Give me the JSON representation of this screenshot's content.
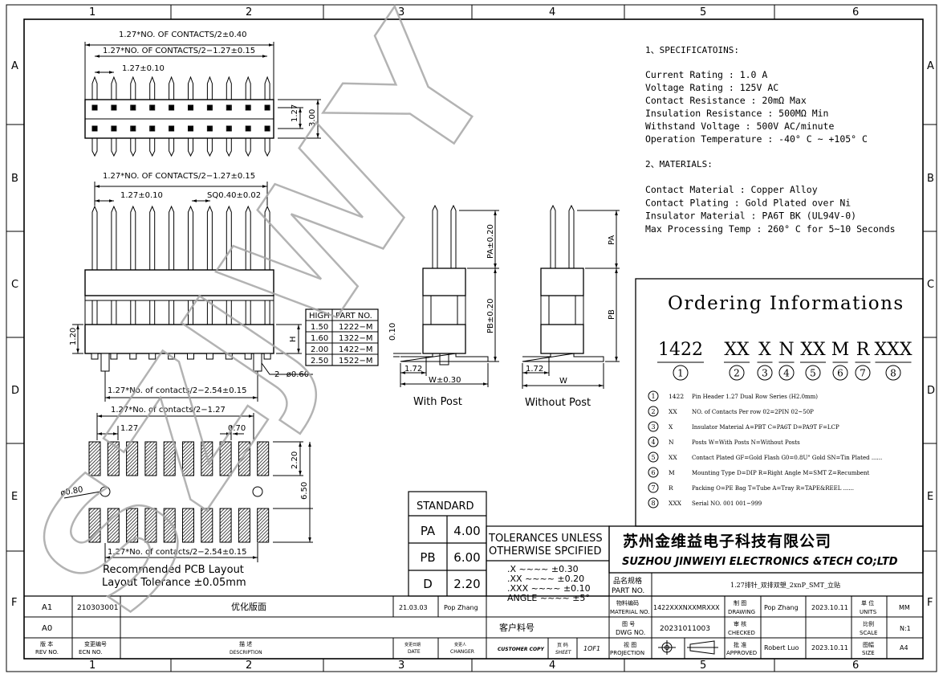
{
  "frame": {
    "col_labels": [
      "1",
      "2",
      "3",
      "4",
      "5",
      "6"
    ],
    "row_labels": [
      "A",
      "B",
      "C",
      "D",
      "E",
      "F"
    ]
  },
  "watermark": "SZJWY",
  "specifications": {
    "heading": "1、SPECIFICATOINS:",
    "lines": [
      "Current  Rating  : 1.0 A",
      "Voltage  Rating  : 125V AC",
      "Contact   Resistance   : 20mΩ  Max",
      "Insulation Resistance  : 500MΩ Min",
      "Withstand   Voltage    : 500V AC/minute",
      "Operation  Temperature : -40° C ~ +105° C"
    ]
  },
  "materials": {
    "heading": "2、MATERIALS:",
    "lines": [
      "Contact  Material   : Copper Alloy",
      "Contact  Plating    : Gold Plated over Ni",
      "Insulator Material  : PA6T  BK (UL94V-0)",
      "Max Processing Temp : 260° C for 5~10 Seconds"
    ]
  },
  "top_view": {
    "dim_overall": "1.27*NO. OF CONTACTS/2±0.40",
    "dim_span": "1.27*NO. OF CONTACTS/2−1.27±0.15",
    "dim_pitch": "1.27±0.10",
    "dim_row_pitch": "1.27",
    "dim_width": "3.00"
  },
  "front_view": {
    "dim_span": "1.27*NO. OF CONTACTS/2−1.27±0.15",
    "dim_pitch": "1.27±0.10",
    "dim_pin": "SQ0.40±0.02",
    "dim_height": "1.20",
    "dim_h": "H",
    "dim_post": "2−ø0.60",
    "dim_bottom": "1.27*No. of contacts/2−2.54±0.15"
  },
  "high_table": {
    "headers": [
      "HIGH",
      "PART NO."
    ],
    "rows": [
      [
        "1.50",
        "1222−M"
      ],
      [
        "1.60",
        "1322−M"
      ],
      [
        "2.00",
        "1422−M"
      ],
      [
        "2.50",
        "1522−M"
      ]
    ]
  },
  "side_with_post": {
    "dim_pa": "PA±0.20",
    "dim_pb": "PB±0.20",
    "dim_010": "0.10",
    "dim_172": "1.72",
    "dim_w": "W±0.30",
    "caption": "With Post"
  },
  "side_without_post": {
    "dim_pa": "PA",
    "dim_pb": "PB",
    "dim_172": "1.72",
    "dim_w": "W",
    "caption": "Without Post"
  },
  "pcb_layout": {
    "dim_top": "1.27*No. of contacts/2−1.27",
    "dim_pitch": "1.27",
    "dim_pad_w": "0.70",
    "dim_pad_h": "2.20",
    "dim_rows": "6.50",
    "dim_hole": "ø0.80",
    "dim_bottom": "1.27*No. of contacts/2−2.54±0.15",
    "caption_1": "Recommended PCB Layout",
    "caption_2": "Layout Tolerance ±0.05mm"
  },
  "ordering": {
    "title": "Ordering Informations",
    "codes": [
      "1422",
      "XX",
      "X",
      "N",
      "XX",
      "M",
      "R",
      "XXX"
    ],
    "numbers": [
      "1",
      "2",
      "3",
      "4",
      "5",
      "6",
      "7",
      "8"
    ],
    "rows": [
      {
        "n": "1",
        "code": "1422",
        "desc": "Pin Header 1.27  Dual Row Series (H2.0mm)"
      },
      {
        "n": "2",
        "code": "XX",
        "desc": "NO. of Contacts  Per   row      02=2PIN  02~50P"
      },
      {
        "n": "3",
        "code": "X",
        "desc": "Insulator Material                    A=PBT C=PA6T  D=PA9T  F=LCP"
      },
      {
        "n": "4",
        "code": "N",
        "desc": "Posts                       W=With Posts   N=Without Posts"
      },
      {
        "n": "5",
        "code": "XX",
        "desc": "Contact Plated     GF=Gold Flash  G0=0.8U\" Gold   SN=Tin Plated ......"
      },
      {
        "n": "6",
        "code": "M",
        "desc": "Mounting Type         D=DIP    R=Right Angle  M=SMT  Z=Recumbent"
      },
      {
        "n": "7",
        "code": "R",
        "desc": "Packing            O=PE Bag  T=Tube  A=Tray  R=TAPE&REEL ......"
      },
      {
        "n": "8",
        "code": "XXX",
        "desc": "Serial NO.             001     001~999"
      }
    ]
  },
  "standard": {
    "title": "STANDARD",
    "rows": [
      [
        "PA",
        "4.00"
      ],
      [
        "PB",
        "6.00"
      ],
      [
        "D",
        "2.20"
      ]
    ]
  },
  "tolerances": {
    "line1": "TOLERANCES UNLESS",
    "line2": "OTHERWISE SPCIFIED",
    "rows": [
      ".X  ~~~~  ±0.30",
      ".XX  ~~~~  ±0.20",
      ".XXX  ~~~~  ±0.10",
      "ANGLE  ~~~~  ±5°"
    ]
  },
  "company": {
    "name_cn": "苏州金维益电子科技有限公司",
    "name_en": "SUZHOU JINWEIYI ELECTRONICS &TECH CO;LTD"
  },
  "title_block": {
    "part_name_label_cn": "品名规格",
    "part_name_label_en": "PART NO.",
    "part_name": "1.27排针_双排双塑_2xnP_SMT_立贴",
    "material_no_label_cn": "物料编码",
    "material_no_label_en": "MATERIAL NO.",
    "material_no": "1422XXXNXXMRXXX",
    "drawing_label_cn": "制 图",
    "drawing_label_en": "DRAWING",
    "drawing_by": "Pop Zhang",
    "drawing_date": "2023.10.11",
    "units_label_cn": "单 位",
    "units_label_en": "UNITS",
    "units": "MM",
    "dwg_label_cn": "图 号",
    "dwg_label_en": "DWG NO.",
    "dwg_no": "20231011003",
    "checked_label_cn": "审 核",
    "checked_label_en": "CHECKED",
    "scale_label_cn": "比例",
    "scale_label_en": "SCALE",
    "scale": "N:1",
    "projection_label_cn": "视 图",
    "projection_label_en": "PROJECTION",
    "approved_label_cn": "批 准",
    "approved_label_en": "APPROVED",
    "approved_by": "Robert Luo",
    "approved_date": "2023.10.11",
    "size_label_cn": "图幅",
    "size_label_en": "SIZE",
    "size": "A4",
    "customer_label": "客户料号",
    "customer_copy": "CUSTOMER  COPY",
    "sheet_label_cn": "页 码",
    "sheet_label_en": "SHEET",
    "sheet": "1OF1"
  },
  "revisions": {
    "rows": [
      {
        "rev": "A1",
        "ecn": "210303001",
        "desc": "优化版面",
        "date": "21.03.03",
        "changer": "Pop Zhang"
      },
      {
        "rev": "A0",
        "ecn": "",
        "desc": "",
        "date": "",
        "changer": ""
      }
    ],
    "header": {
      "rev_cn": "版 本",
      "rev_en": "REV NO.",
      "ecn_cn": "变更编号",
      "ecn_en": "ECN   NO.",
      "desc_cn": "描 述",
      "desc_en": "DESCRIPTION",
      "date_cn": "变更日期",
      "date_en": "DATE",
      "changer_cn": "变更人",
      "changer_en": "CHANGER"
    }
  }
}
